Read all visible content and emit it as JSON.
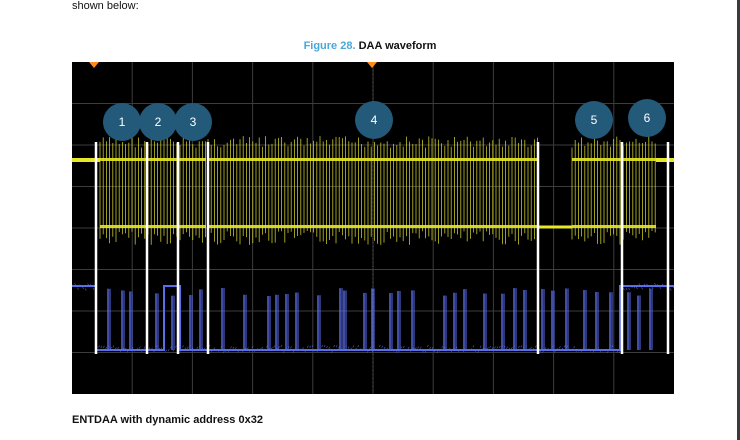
{
  "document": {
    "intro_text": "shown below:",
    "figure": {
      "number": "Figure 28.",
      "title": "DAA waveform"
    },
    "footer_text": "ENTDAA with dynamic address 0x32"
  },
  "waveform": {
    "background": "#000000",
    "grid_color": "#3c3c3c",
    "trace_scl_color": "#e8e82a",
    "trace_sda_color": "#5a6eea",
    "marker_line_color": "#ffffff",
    "trigger_marker_color": "#ff8c1a",
    "callout_fill": "#235a7a",
    "callouts": [
      "1",
      "2",
      "3",
      "4",
      "5",
      "6"
    ]
  }
}
